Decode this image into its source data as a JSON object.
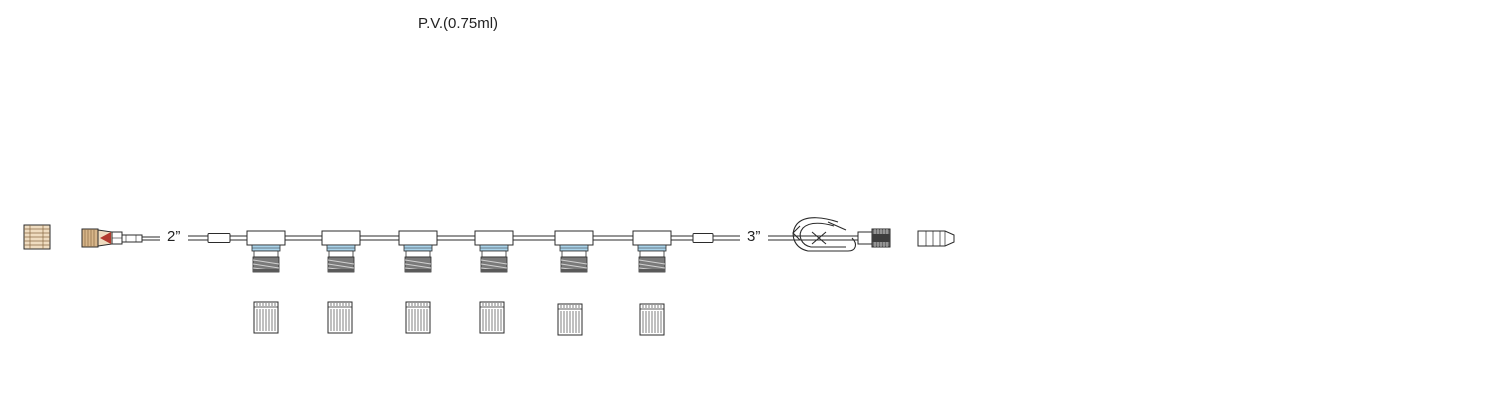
{
  "diagram": {
    "priming_volume_label": "P.V.(0.75ml)",
    "segment_1_length": "2”",
    "segment_2_length": "3”",
    "port_count": 6,
    "colors": {
      "line": "#2b2b2b",
      "tan": "#d8b68a",
      "tan_light": "#efdcc0",
      "red": "#b23a2e",
      "blue": "#a9d3ea",
      "gray": "#6d6d6d"
    },
    "icons": [
      "end-cap-icon",
      "male-luer-connector-icon",
      "needleless-port-icon",
      "port-cap-icon",
      "pinch-clamp-icon",
      "female-luer-connector-icon",
      "vented-cap-icon"
    ]
  }
}
